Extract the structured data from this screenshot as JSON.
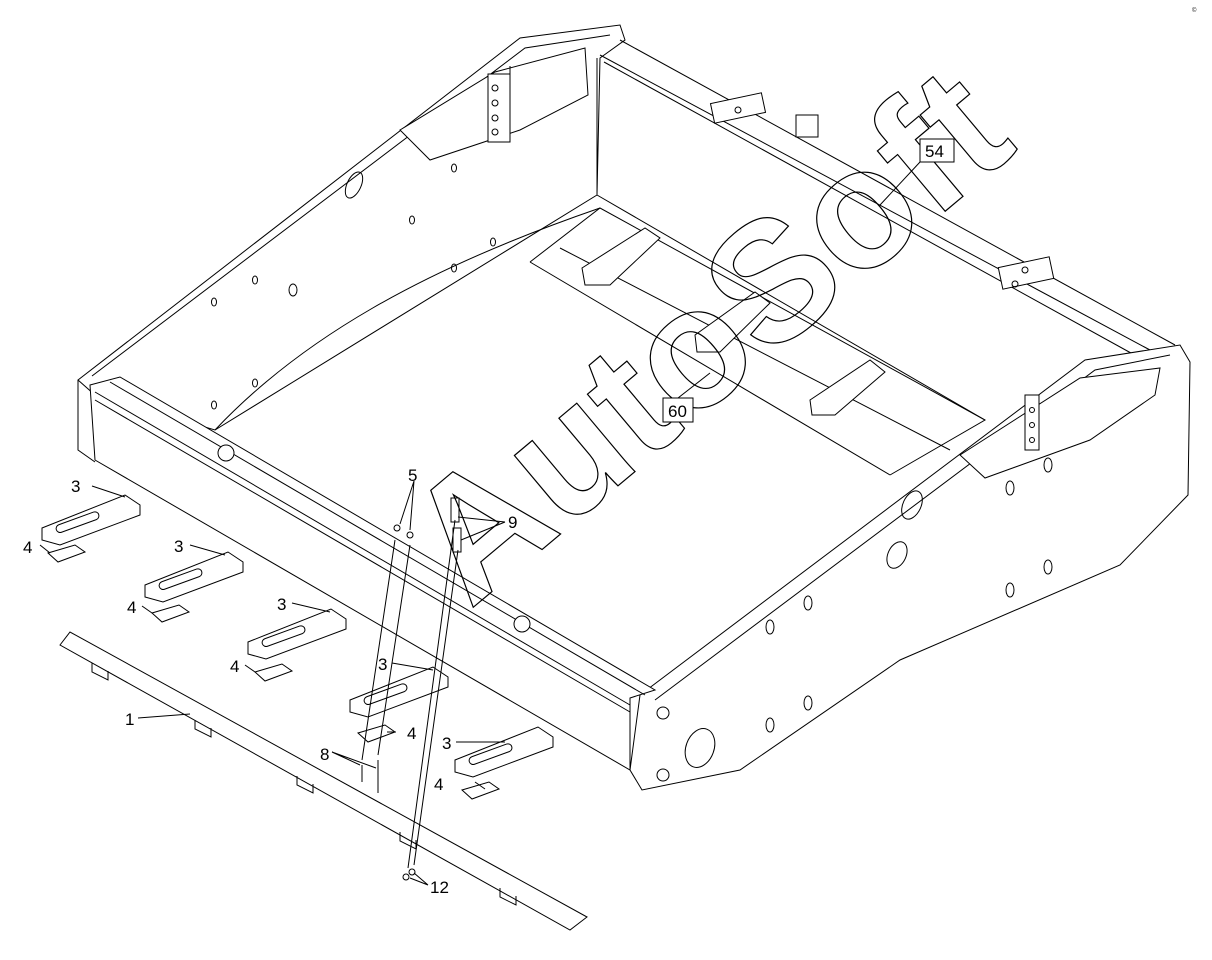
{
  "diagram": {
    "callouts": [
      {
        "id": "54",
        "text": "54",
        "boxed": true
      },
      {
        "id": "60",
        "text": "60",
        "boxed": true
      },
      {
        "id": "3a",
        "text": "3"
      },
      {
        "id": "3b",
        "text": "3"
      },
      {
        "id": "3c",
        "text": "3"
      },
      {
        "id": "3d",
        "text": "3"
      },
      {
        "id": "3e",
        "text": "3"
      },
      {
        "id": "4a",
        "text": "4"
      },
      {
        "id": "4b",
        "text": "4"
      },
      {
        "id": "4c",
        "text": "4"
      },
      {
        "id": "4d",
        "text": "4"
      },
      {
        "id": "4e",
        "text": "4"
      },
      {
        "id": "1",
        "text": "1"
      },
      {
        "id": "5",
        "text": "5"
      },
      {
        "id": "8",
        "text": "8"
      },
      {
        "id": "9",
        "text": "9"
      },
      {
        "id": "12",
        "text": "12"
      }
    ],
    "watermark": "AutoSoft",
    "corner_mark": "©"
  }
}
